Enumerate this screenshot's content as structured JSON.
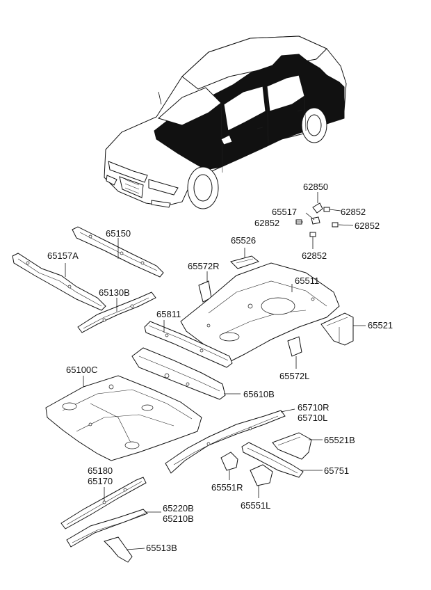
{
  "labels": {
    "p62850": "62850",
    "p65517": "65517",
    "p62852_a": "62852",
    "p62852_b": "62852",
    "p62852_c": "62852",
    "p62852_d": "62852",
    "p65150": "65150",
    "p65157A": "65157A",
    "p65130B": "65130B",
    "p65526": "65526",
    "p65572R": "65572R",
    "p65511": "65511",
    "p65811": "65811",
    "p65521": "65521",
    "p65572L": "65572L",
    "p65100C": "65100C",
    "p65610B": "65610B",
    "p65710R": "65710R",
    "p65710L": "65710L",
    "p65521B": "65521B",
    "p65180": "65180",
    "p65170": "65170",
    "p65751": "65751",
    "p65551R": "65551R",
    "p65551L": "65551L",
    "p65220B": "65220B",
    "p65210B": "65210B",
    "p65513B": "65513B"
  }
}
